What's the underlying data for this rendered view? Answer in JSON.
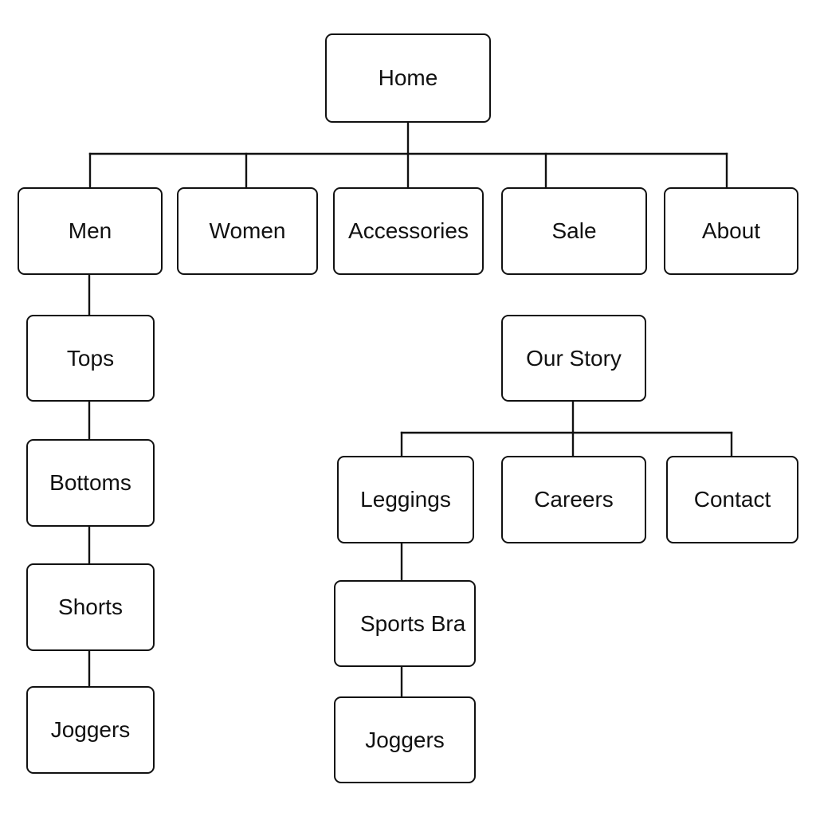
{
  "sitemap": {
    "home": "Home",
    "top_level": {
      "men": "Men",
      "women": "Women",
      "accessories": "Accessories",
      "sale": "Sale",
      "about": "About"
    },
    "men_children": {
      "tops": "Tops",
      "bottoms": "Bottoms",
      "shorts": "Shorts",
      "joggers": "Joggers"
    },
    "about_children": {
      "our_story": "Our Story",
      "leggings": "Leggings",
      "careers": "Careers",
      "contact": "Contact",
      "sports_bra": "Sports Bra",
      "joggers": "Joggers"
    }
  },
  "colors": {
    "line": "#111111",
    "node_border": "#111111",
    "background": "#ffffff"
  }
}
